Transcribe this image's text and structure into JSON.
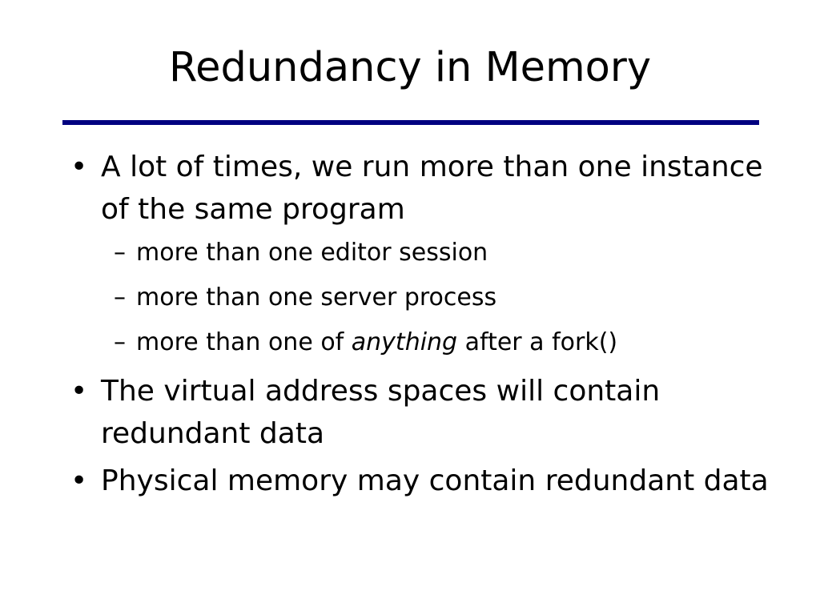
{
  "title": "Redundancy in Memory",
  "colors": {
    "rule": "#000080",
    "text": "#000000",
    "background": "#ffffff"
  },
  "markers": {
    "bullet": "•",
    "dash": "–"
  },
  "bullets": [
    {
      "text": "A lot of times, we run more than one instance of the same program",
      "subitems": [
        {
          "text": "more than one editor session"
        },
        {
          "text": "more than one server process"
        },
        {
          "before": "more than one of",
          "emphasis": "anything",
          "after": "after a fork()"
        }
      ]
    },
    {
      "text": "The virtual address spaces will contain redundant data"
    },
    {
      "text": "Physical memory may contain redundant data"
    }
  ]
}
